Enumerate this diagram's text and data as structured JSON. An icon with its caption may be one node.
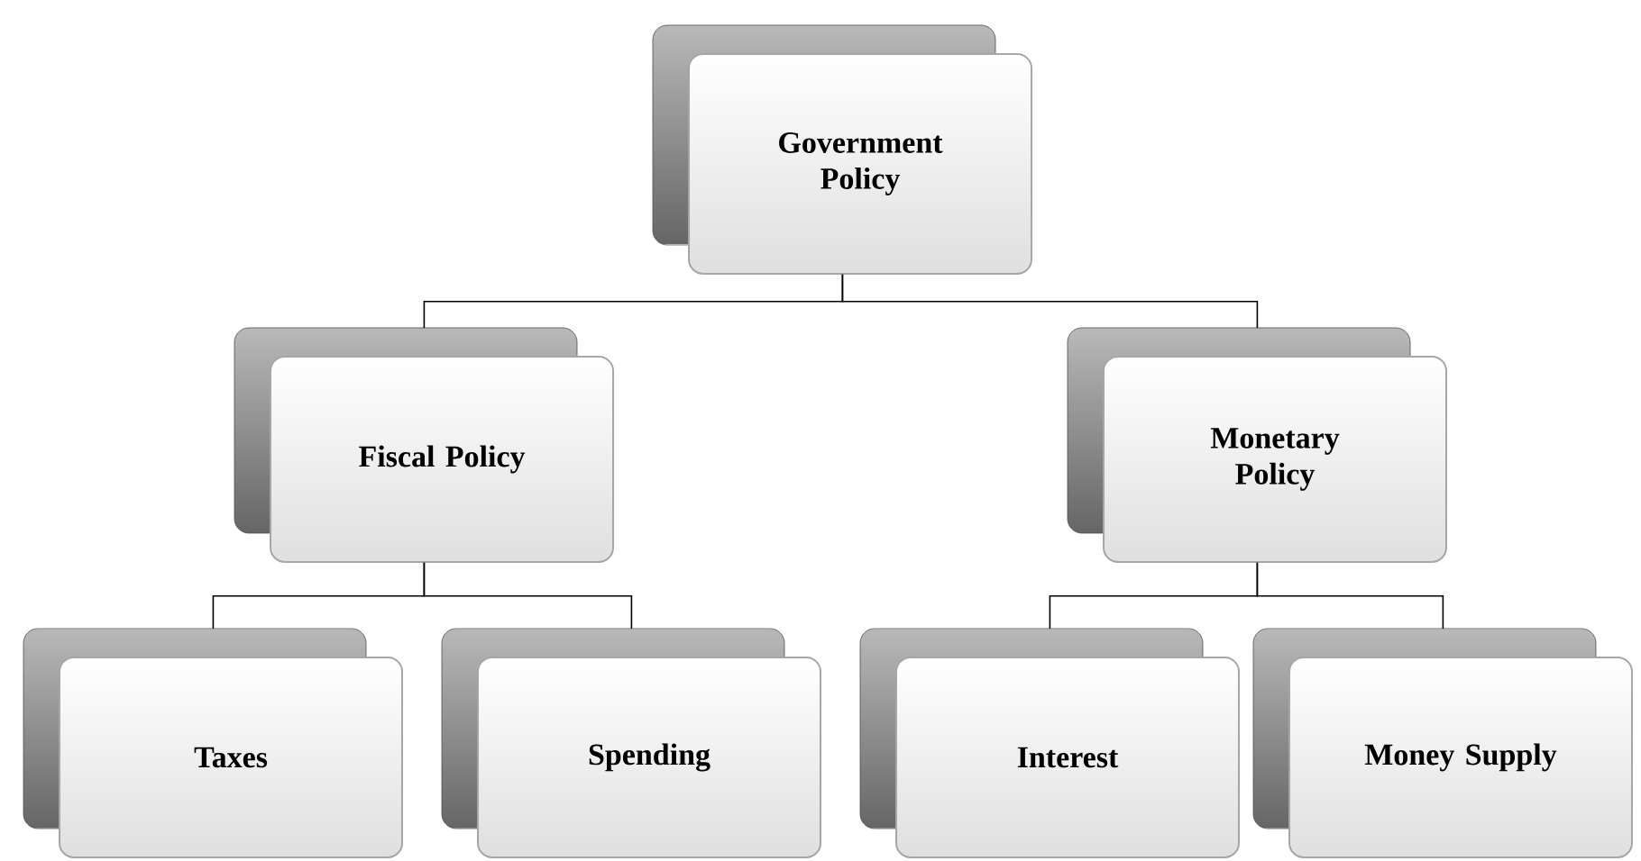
{
  "diagram": {
    "nodes": [
      {
        "text": [
          "Government Policy"
        ]
      },
      {
        "text": [
          "Fiscal Policy"
        ]
      },
      {
        "text": [
          "Monetary Policy"
        ]
      },
      {
        "text": [
          "Taxes"
        ]
      },
      {
        "text": [
          "Spending"
        ]
      },
      {
        "text": [
          "Interest"
        ]
      },
      {
        "text": [
          "Money Supply"
        ]
      }
    ],
    "edges": [
      {
        "from": 0,
        "to": 1,
        "arrow": "none"
      },
      {
        "from": 0,
        "to": 2,
        "arrow": "none"
      },
      {
        "from": 1,
        "to": 3,
        "arrow": "none"
      },
      {
        "from": 1,
        "to": 4,
        "arrow": "none"
      },
      {
        "from": 2,
        "to": 5,
        "arrow": "none"
      },
      {
        "from": 2,
        "to": 6,
        "arrow": "none"
      }
    ]
  }
}
